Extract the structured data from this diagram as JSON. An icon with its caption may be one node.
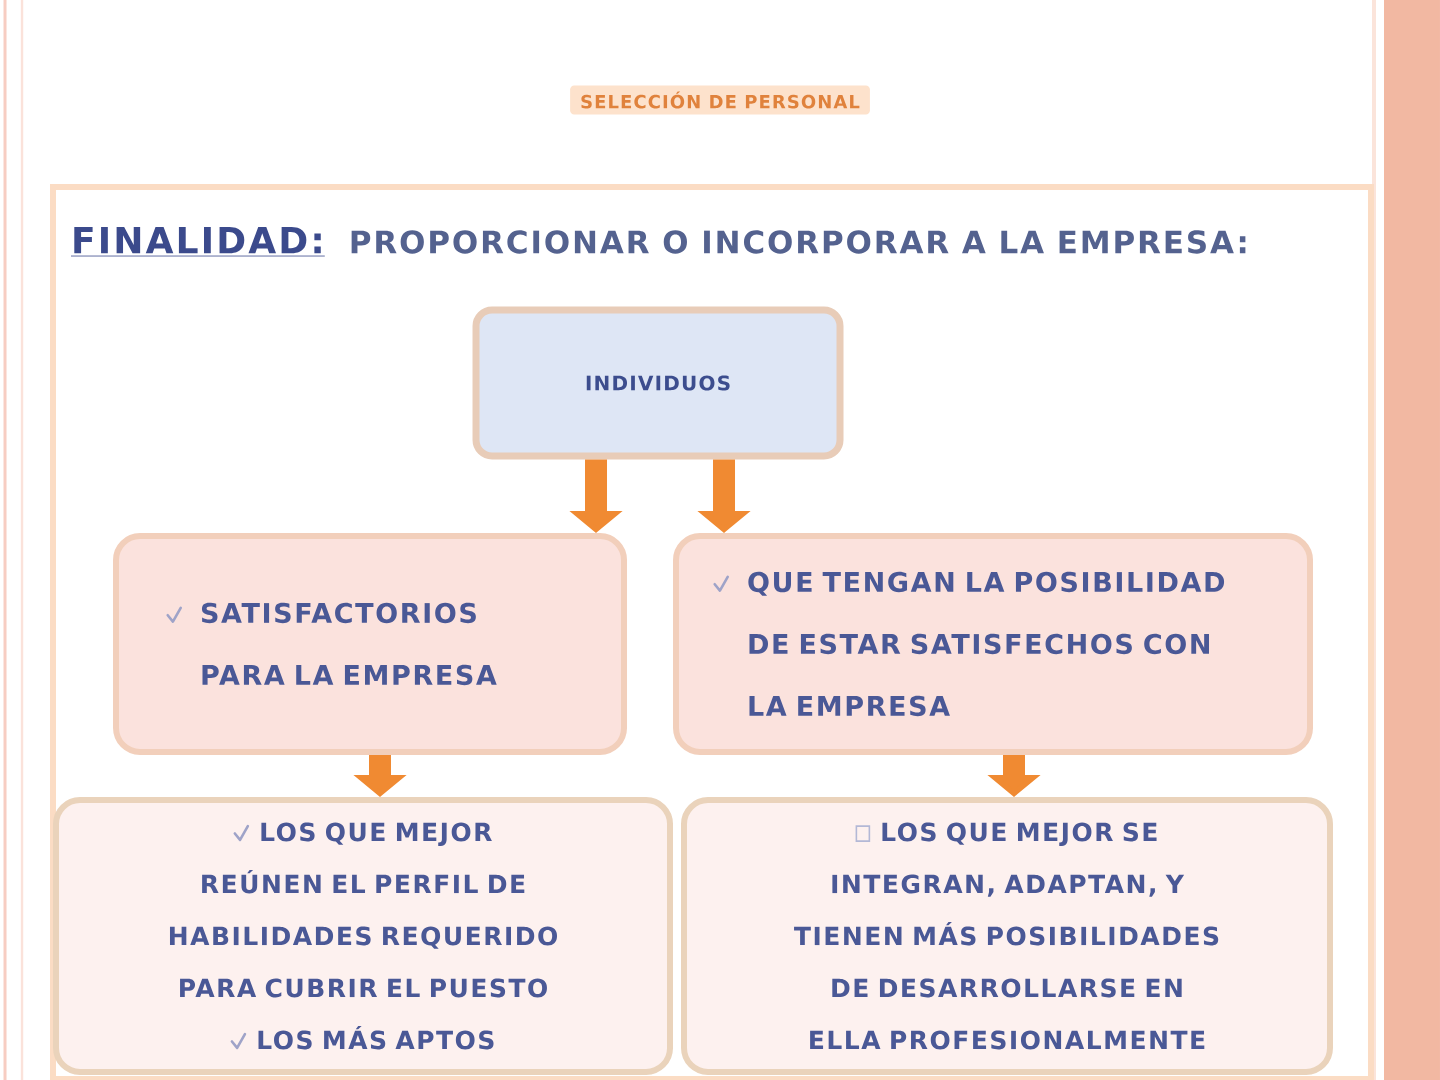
{
  "diagram": {
    "title": "SELECCIÓN DE PERSONAL",
    "nodes": [
      {
        "text": [
          "FINALIDAD:",
          "PROPORCIONAR O INCORPORAR A LA EMPRESA:"
        ]
      },
      {
        "text": [
          "INDIVIDUOS"
        ],
        "in": 0
      },
      {
        "text": [
          "SATISFACTORIOS PARA LA EMPRESA"
        ],
        "in": 0
      },
      {
        "text": [
          "QUE TENGAN LA POSIBILIDAD DE ESTAR SATISFECHOS CON LA EMPRESA"
        ],
        "in": 0
      },
      {
        "text": [
          "LOS QUE MEJOR REÚNEN EL PERFIL DE HABILIDADES REQUERIDO PARA CUBRIR EL PUESTO",
          "LOS MÁS APTOS"
        ],
        "in": 0
      },
      {
        "text": [
          "LOS QUE MEJOR SE INTEGRAN, ADAPTAN, Y TIENEN MÁS POSIBILIDADES DE DESARROLLARSE EN ELLA PROFESIONALMENTE"
        ],
        "in": 0
      }
    ],
    "edges": [
      {
        "from": 1,
        "to": 2,
        "arrow": "to"
      },
      {
        "from": 1,
        "to": 3,
        "arrow": "to"
      },
      {
        "from": 2,
        "to": 4,
        "arrow": "to"
      },
      {
        "from": 3,
        "to": 5,
        "arrow": "to"
      }
    ]
  }
}
